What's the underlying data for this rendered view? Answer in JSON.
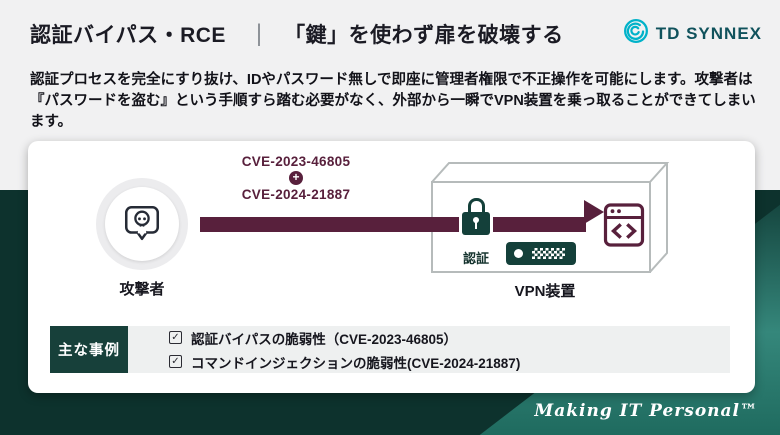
{
  "header": {
    "title_left": "認証バイパス・RCE",
    "divider": "|",
    "title_right": "「鍵」を使わず扉を破壊する",
    "brand": "TD SYNNEX"
  },
  "intro": "認証プロセスを完全にすり抜け、IDやパスワード無しで即座に管理者権限で不正操作を可能にします。攻撃者は『パスワードを盗む』という手順すら踏む必要がなく、外部から一瞬でVPN装置を乗っ取ることができてしまいます。",
  "diagram": {
    "attacker_label": "攻撃者",
    "cve_top": "CVE-2023-46805",
    "cve_plus": "+",
    "cve_bottom": "CVE-2024-21887",
    "auth_label": "認証",
    "device_label": "VPN装置"
  },
  "examples": {
    "heading": "主な事例",
    "items": [
      {
        "label": "認証バイパスの脆弱性（CVE-2023-46805）"
      },
      {
        "label": "コマンドインジェクションの脆弱性(CVE-2024-21887)"
      }
    ]
  },
  "footer": {
    "tagline": "Making IT Personal™"
  },
  "icons": {
    "checkbox_check": "✓"
  },
  "colors": {
    "accent_maroon": "#58203c",
    "dark_teal": "#14403a",
    "bg_dark": "#0d322d",
    "brand_teal": "#00b2c9",
    "top_bg": "#f1f1f2"
  }
}
